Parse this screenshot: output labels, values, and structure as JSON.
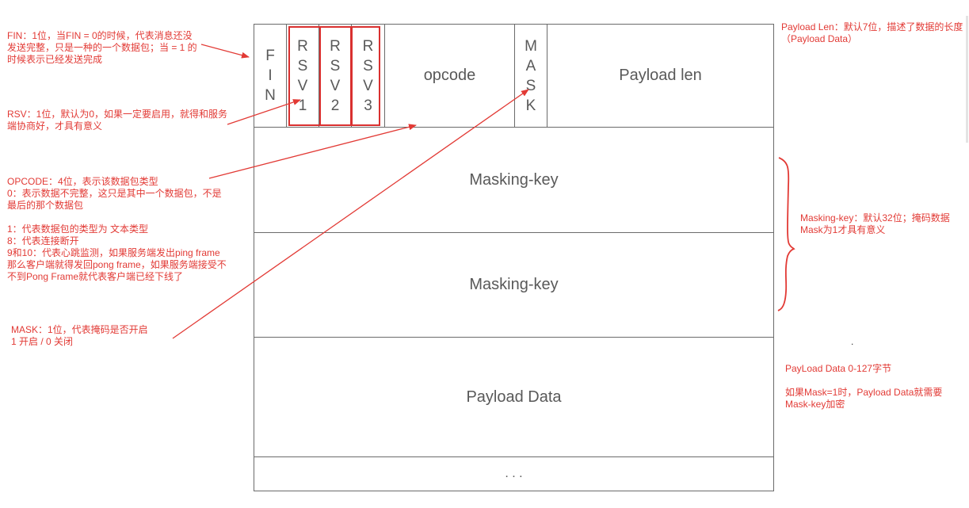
{
  "frame": {
    "fin": [
      "F",
      "I",
      "N"
    ],
    "rsv1": [
      "R",
      "S",
      "V",
      "1"
    ],
    "rsv2": [
      "R",
      "S",
      "V",
      "2"
    ],
    "rsv3": [
      "R",
      "S",
      "V",
      "3"
    ],
    "opcode": "opcode",
    "mask": [
      "M",
      "A",
      "S",
      "K"
    ],
    "payload_len": "Payload len",
    "masking_key_1": "Masking-key",
    "masking_key_2": "Masking-key",
    "payload_data": "Payload Data",
    "ellipsis": ". . ."
  },
  "notes": {
    "fin": [
      "FIN：1位，当FIN = 0的时候，代表消息还没",
      "发送完整，只是一种的一个数据包；当 = 1 的",
      "时候表示已经发送完成"
    ],
    "rsv": [
      "RSV：1位，默认为0，如果一定要启用，就得和服务",
      "端协商好，才具有意义"
    ],
    "opcode": [
      "OPCODE：4位，表示该数据包类型",
      "0：表示数据不完整，这只是其中一个数据包，不是",
      "       最后的那个数据包",
      "",
      "1：代表数据包的类型为  文本类型",
      "8：代表连接断开",
      "9和10：代表心跳监测，如果服务端发出ping frame",
      "那么客户端就得发回pong frame，如果服务端接受不",
      "不到Pong Frame就代表客户端已经下线了"
    ],
    "mask": [
      "MASK：1位，代表掩码是否开启",
      "1  开启   /    0 关闭"
    ],
    "payload_len": [
      "Payload Len：默认7位，描述了数据的长度",
      "（Payload Data）"
    ],
    "masking_key": [
      "Masking-key：默认32位；掩码数据",
      "Mask为1才具有意义"
    ],
    "payload_data": [
      "PayLoad Data 0-127字节",
      "",
      "如果Mask=1时，Payload Data就需要",
      "Mask-key加密"
    ],
    "dot": "."
  },
  "colors": {
    "annotation": "#e23a35",
    "cell_text": "#595959",
    "border": "#6b6b6b"
  }
}
